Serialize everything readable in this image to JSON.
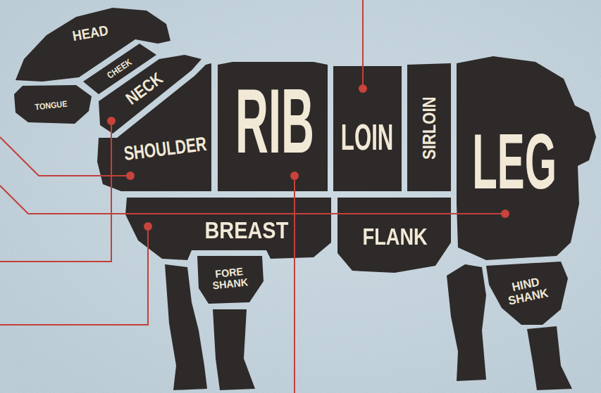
{
  "diagram": {
    "nodes": [
      {
        "text": [
          "HEAD"
        ]
      },
      {
        "text": [
          "CHEEK"
        ]
      },
      {
        "text": [
          "NECK"
        ]
      },
      {
        "text": [
          "TONGUE"
        ]
      },
      {
        "text": [
          "SHOULDER"
        ]
      },
      {
        "text": [
          "RIB"
        ]
      },
      {
        "text": [
          "LOIN"
        ]
      },
      {
        "text": [
          "SIRLOIN"
        ]
      },
      {
        "text": [
          "LEG"
        ]
      },
      {
        "text": [
          "BREAST"
        ]
      },
      {
        "text": [
          "FLANK"
        ]
      },
      {
        "text": [
          "FORE SHANK"
        ]
      },
      {
        "text": [
          "HIND SHANK"
        ]
      }
    ]
  }
}
